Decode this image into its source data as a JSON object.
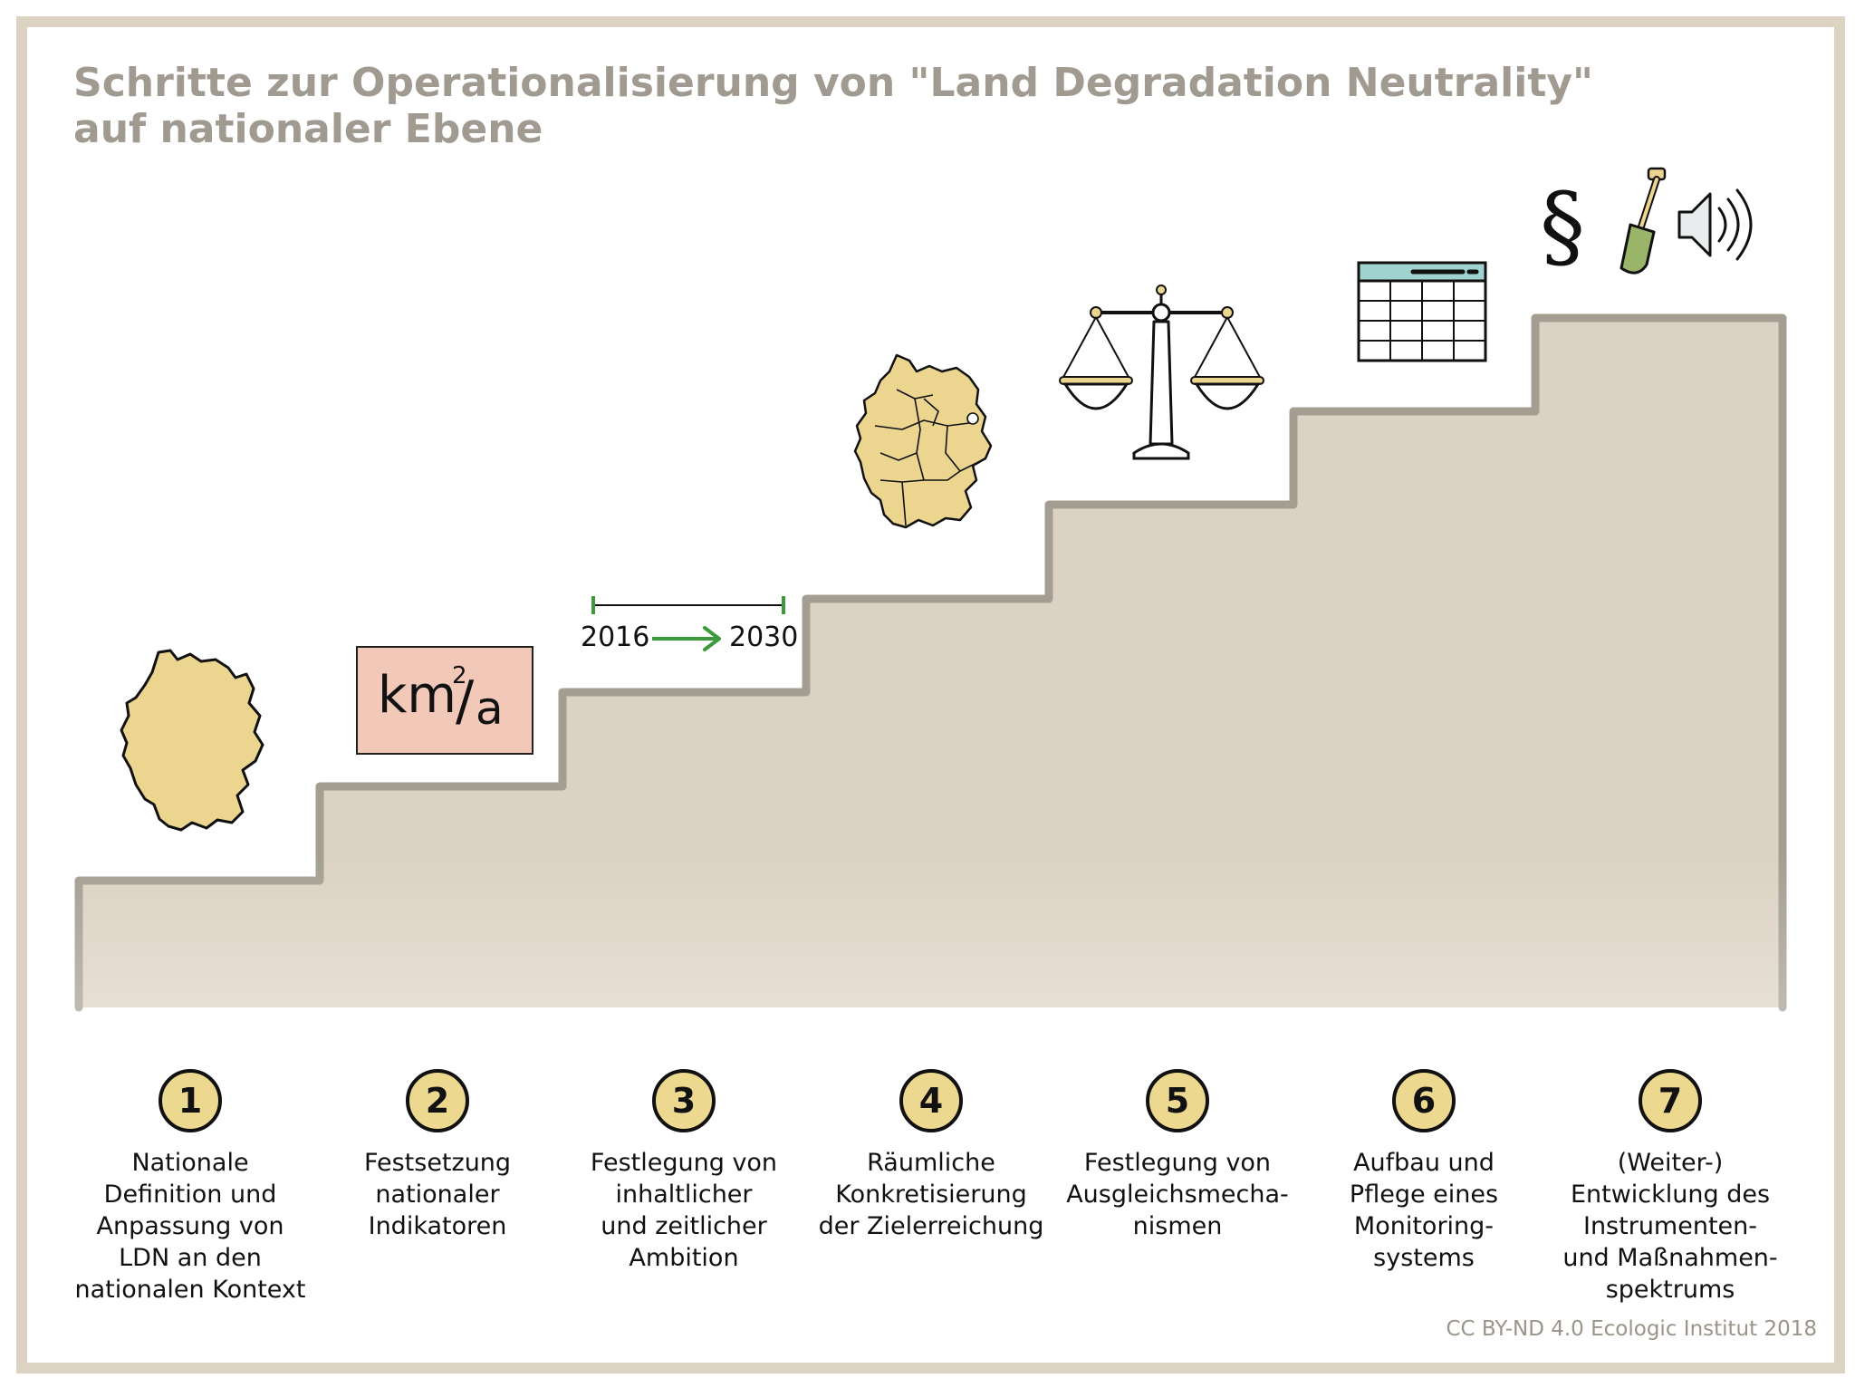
{
  "title": {
    "line1": "Schritte zur Operationalisierung von \"Land Degradation Neutrality\"",
    "line2": "auf nationaler Ebene"
  },
  "timeline": {
    "start_year": "2016",
    "end_year": "2030"
  },
  "unit": {
    "main": "km",
    "sup": "2",
    "slash": "/",
    "denominator": "a"
  },
  "legal_symbol": "§",
  "icons": [
    "germany-map-icon",
    "unit-box-icon",
    "timeline-icon",
    "germany-states-map-icon",
    "scales-icon",
    "table-icon",
    "paragraph-icon",
    "spade-icon",
    "speaker-icon"
  ],
  "steps": [
    {
      "number": "1",
      "label": "Nationale\nDefinition und\nAnpassung von\nLDN an den\nnationalen Kontext"
    },
    {
      "number": "2",
      "label": "Festsetzung\nnationaler\nIndikatoren"
    },
    {
      "number": "3",
      "label": "Festlegung von\ninhaltlicher\nund zeitlicher\nAmbition"
    },
    {
      "number": "4",
      "label": "Räumliche\nKonkretisierung\nder Zielerreichung"
    },
    {
      "number": "5",
      "label": "Festlegung von\nAusgleichsmecha-\nnismen"
    },
    {
      "number": "6",
      "label": "Aufbau und\nPflege eines\nMonitoring-\nsystems"
    },
    {
      "number": "7",
      "label": "(Weiter-)\nEntwicklung des\nInstrumenten-\nund Maßnahmen-\nspektrums"
    }
  ],
  "credit": "CC BY-ND 4.0 Ecologic Institut 2018",
  "colors": {
    "frame": "#ddd3c3",
    "stairs_fill": "#dcd2c3",
    "stairs_edge": "#a49e92",
    "title": "#a09a90",
    "map": "#ebd58f",
    "badge": "#ecd98f",
    "unit_box": "#f2c8b8",
    "arrow": "#3a9a3a",
    "table_header": "#9fd3cf",
    "spade_blade": "#9ab56a"
  }
}
